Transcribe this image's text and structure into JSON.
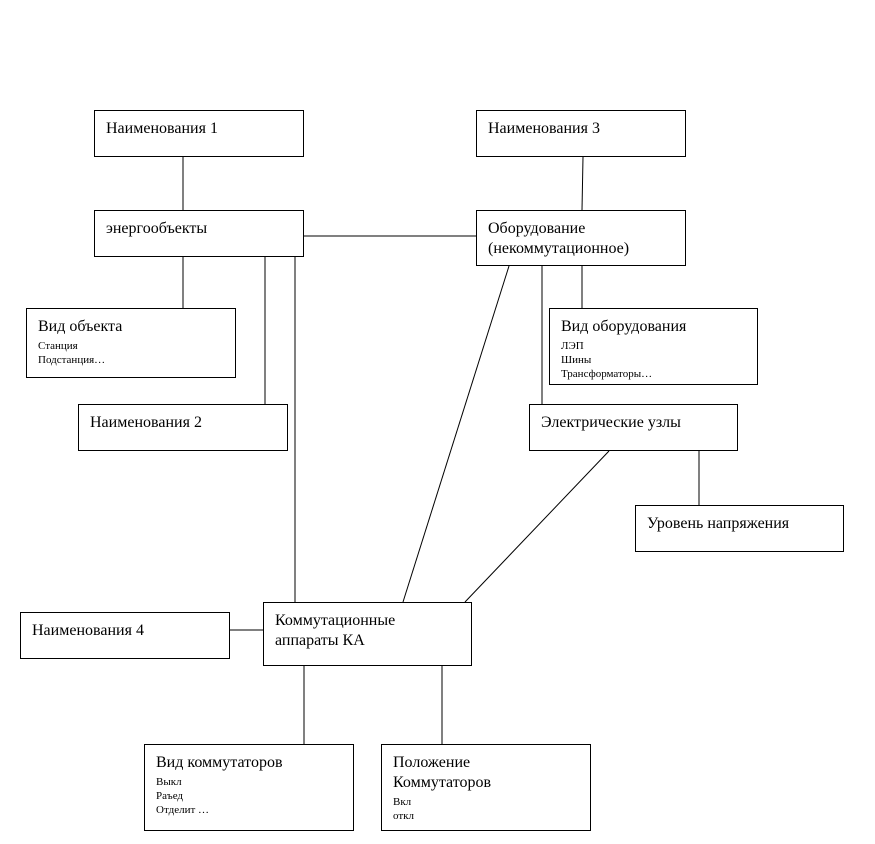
{
  "diagram": {
    "nodes": {
      "naim1": {
        "title": "Наименования 1"
      },
      "naim3": {
        "title": "Наименования 3"
      },
      "energo": {
        "title": "энергообъекты"
      },
      "oborud": {
        "title": "Оборудование\n(некоммутационное)"
      },
      "vid_obj": {
        "title": "Вид объекта",
        "items": [
          "Станция",
          "Подстанция…"
        ]
      },
      "vid_obor": {
        "title": "Вид оборудования",
        "items": [
          "ЛЭП",
          "Шины",
          "Трансформаторы…"
        ]
      },
      "naim2": {
        "title": "Наименования 2"
      },
      "uzly": {
        "title": "Электрические узлы"
      },
      "uroven": {
        "title": "Уровень напряжения"
      },
      "naim4": {
        "title": "Наименования 4"
      },
      "ka": {
        "title": "Коммутационные\nаппараты КА"
      },
      "vid_komm": {
        "title": "Вид коммутаторов",
        "items": [
          "Выкл",
          "Раъед",
          "Отделит …"
        ]
      },
      "polozh": {
        "title": "Положение\nКоммутаторов",
        "items": [
          "Вкл",
          "откл"
        ]
      }
    },
    "edges": [
      {
        "from": "naim1",
        "to": "energo"
      },
      {
        "from": "naim3",
        "to": "oborud"
      },
      {
        "from": "energo",
        "to": "oborud"
      },
      {
        "from": "energo",
        "to": "vid_obj"
      },
      {
        "from": "energo",
        "to": "naim2"
      },
      {
        "from": "energo",
        "to": "ka"
      },
      {
        "from": "oborud",
        "to": "vid_obor"
      },
      {
        "from": "oborud",
        "to": "uzly"
      },
      {
        "from": "oborud",
        "to": "ka"
      },
      {
        "from": "uzly",
        "to": "uroven"
      },
      {
        "from": "uzly",
        "to": "ka"
      },
      {
        "from": "naim4",
        "to": "ka"
      },
      {
        "from": "ka",
        "to": "vid_komm"
      },
      {
        "from": "ka",
        "to": "polozh"
      }
    ]
  }
}
